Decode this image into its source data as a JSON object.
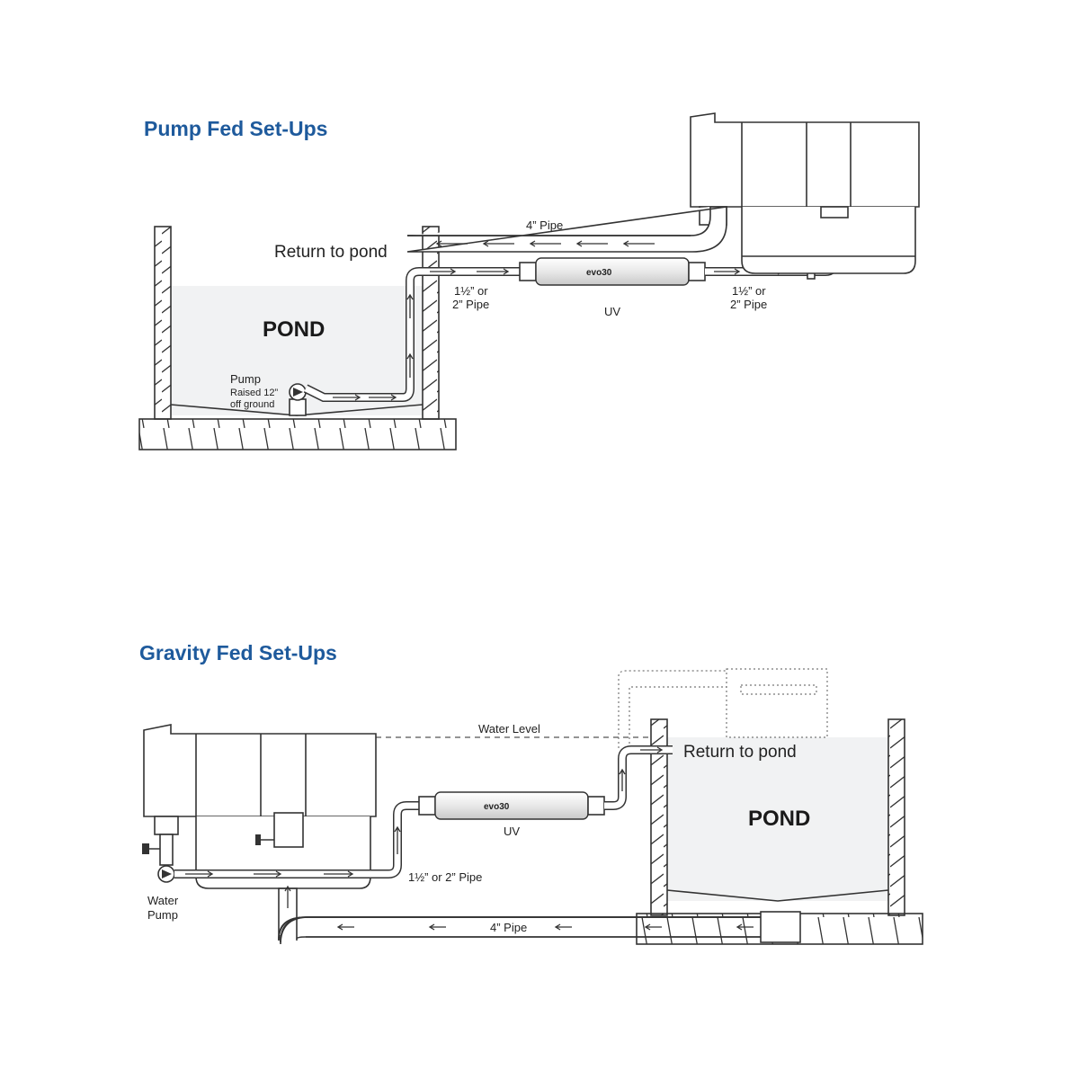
{
  "colors": {
    "title_blue": "#1e5a9c",
    "line": "#333333",
    "water": "#f1f2f3"
  },
  "top": {
    "title": "Pump Fed Set-Ups",
    "pond_label": "POND",
    "return_label": "Return to pond",
    "pipe_4_label": "4” Pipe",
    "pipe_small_left_1": "1½” or",
    "pipe_small_left_2": "2” Pipe",
    "pipe_small_right_1": "1½” or",
    "pipe_small_right_2": "2” Pipe",
    "uv_label": "UV",
    "uv_brand": "evo30",
    "pump_label_1": "Pump",
    "pump_label_2": "Raised 12”",
    "pump_label_3": "off ground"
  },
  "bottom": {
    "title": "Gravity Fed Set-Ups",
    "pond_label": "POND",
    "water_level_label": "Water Level",
    "return_label": "Return to pond",
    "uv_label": "UV",
    "uv_brand": "evo30",
    "pipe_small_label": "1½” or 2” Pipe",
    "pipe_4_label": "4” Pipe",
    "pump_label_1": "Water",
    "pump_label_2": "Pump"
  }
}
